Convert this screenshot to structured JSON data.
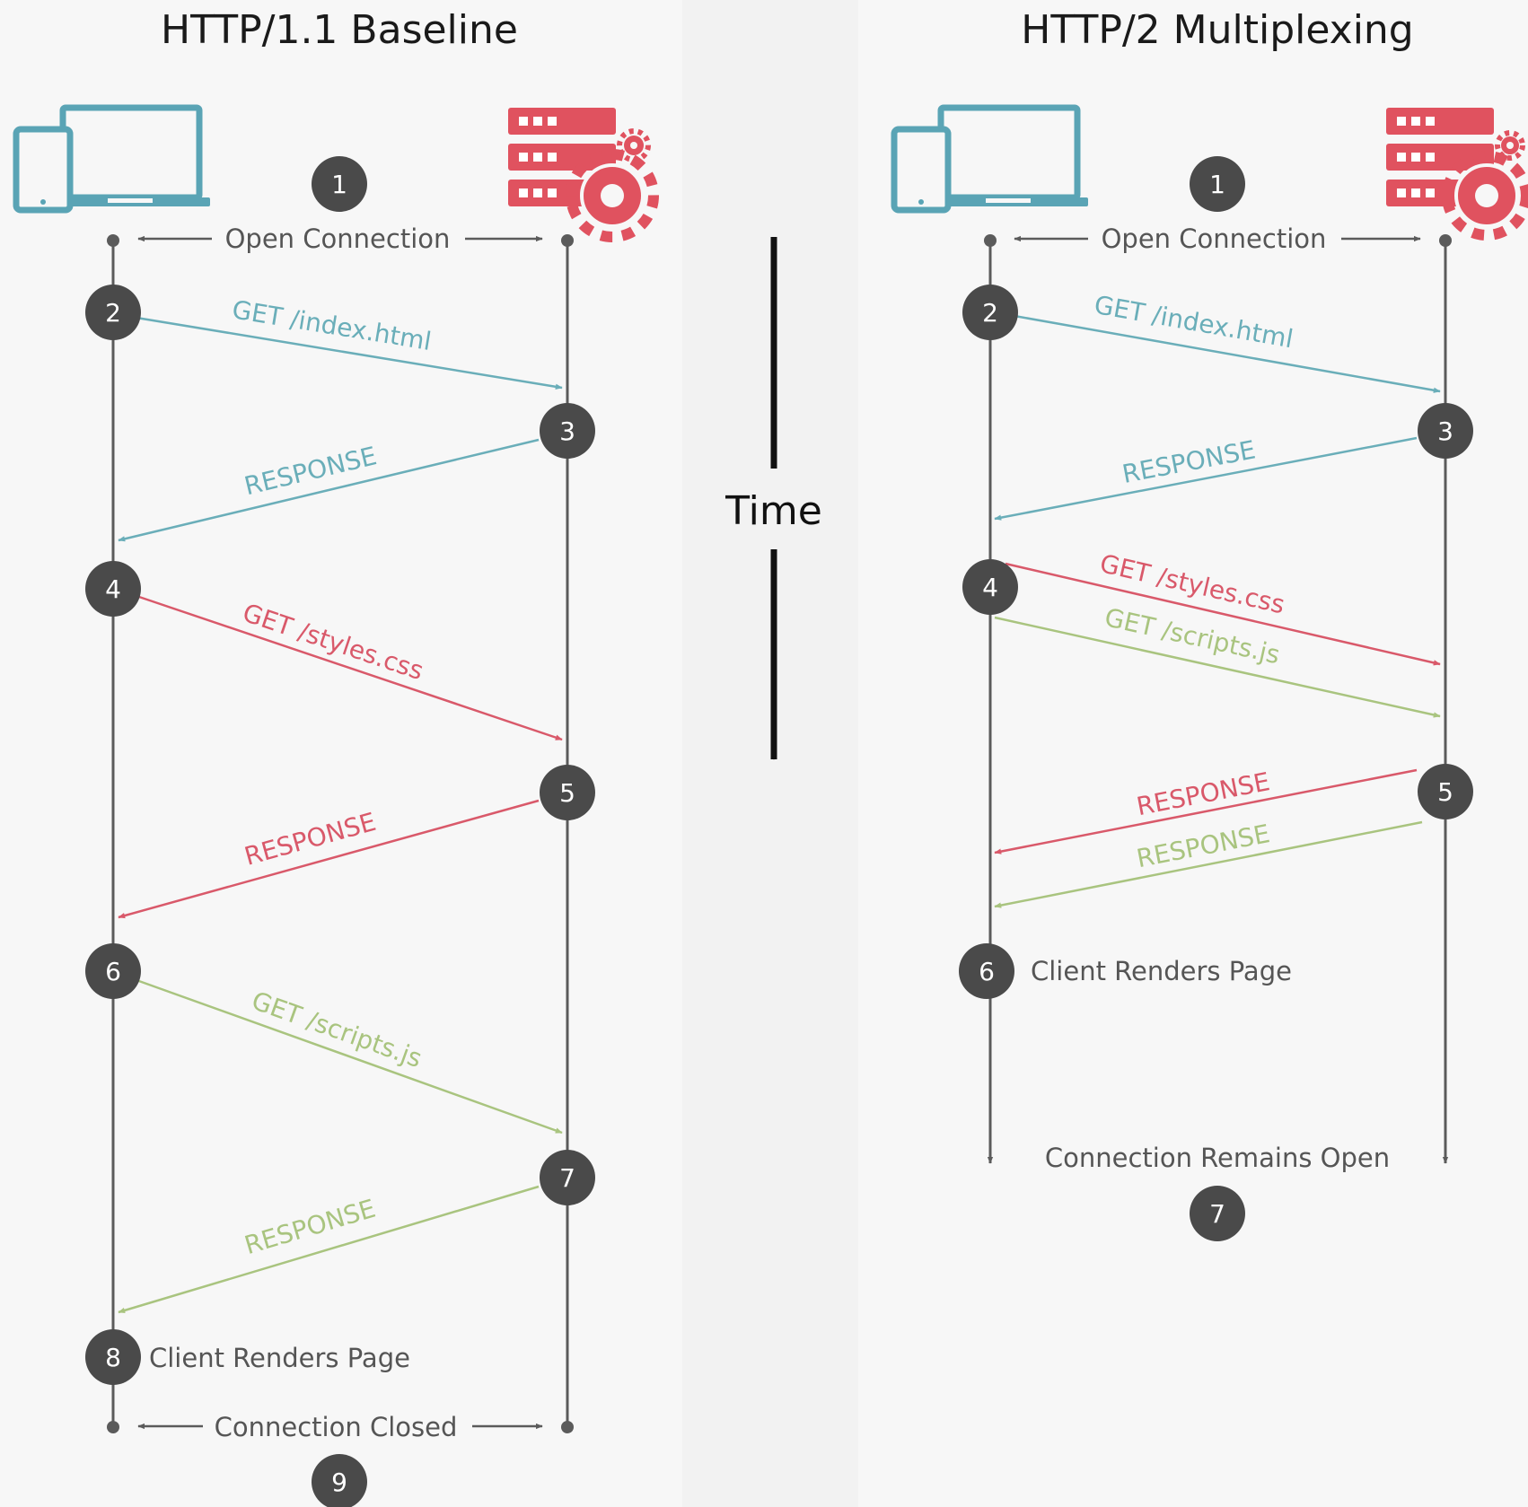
{
  "colors": {
    "panel_bg": "#f7f7f7",
    "gap_bg": "#f2f2f2",
    "line": "#5b5b5b",
    "badge": "#4a4a4a",
    "badge_text": "#ffffff",
    "label": "#555555",
    "title": "#1a1a1a",
    "blue": "#6aaeb9",
    "red": "#d9596a",
    "green": "#a9c47f",
    "client_icon": "#5aa4b5",
    "server_icon": "#e0525f"
  },
  "time_axis": {
    "label": "Time"
  },
  "left": {
    "title": "HTTP/1.1 Baseline",
    "open_label": "Open Connection",
    "close_label": "Connection Closed",
    "render_label": "Client Renders Page",
    "steps": [
      "1",
      "2",
      "3",
      "4",
      "5",
      "6",
      "7",
      "8",
      "9"
    ],
    "messages": [
      {
        "label": "GET /index.html",
        "color": "blue",
        "direction": "to-server"
      },
      {
        "label": "RESPONSE",
        "color": "blue",
        "direction": "to-client"
      },
      {
        "label": "GET /styles.css",
        "color": "red",
        "direction": "to-server"
      },
      {
        "label": "RESPONSE",
        "color": "red",
        "direction": "to-client"
      },
      {
        "label": "GET /scripts.js",
        "color": "green",
        "direction": "to-server"
      },
      {
        "label": "RESPONSE",
        "color": "green",
        "direction": "to-client"
      }
    ]
  },
  "right": {
    "title": "HTTP/2 Multiplexing",
    "open_label": "Open Connection",
    "remains_label": "Connection Remains Open",
    "render_label": "Client Renders Page",
    "steps": [
      "1",
      "2",
      "3",
      "4",
      "5",
      "6",
      "7"
    ],
    "messages": [
      {
        "label": "GET /index.html",
        "color": "blue",
        "direction": "to-server"
      },
      {
        "label": "RESPONSE",
        "color": "blue",
        "direction": "to-client"
      },
      {
        "label": "GET /styles.css",
        "color": "red",
        "direction": "to-server"
      },
      {
        "label": "GET /scripts.js",
        "color": "green",
        "direction": "to-server"
      },
      {
        "label": "RESPONSE",
        "color": "red",
        "direction": "to-client"
      },
      {
        "label": "RESPONSE",
        "color": "green",
        "direction": "to-client"
      }
    ]
  }
}
